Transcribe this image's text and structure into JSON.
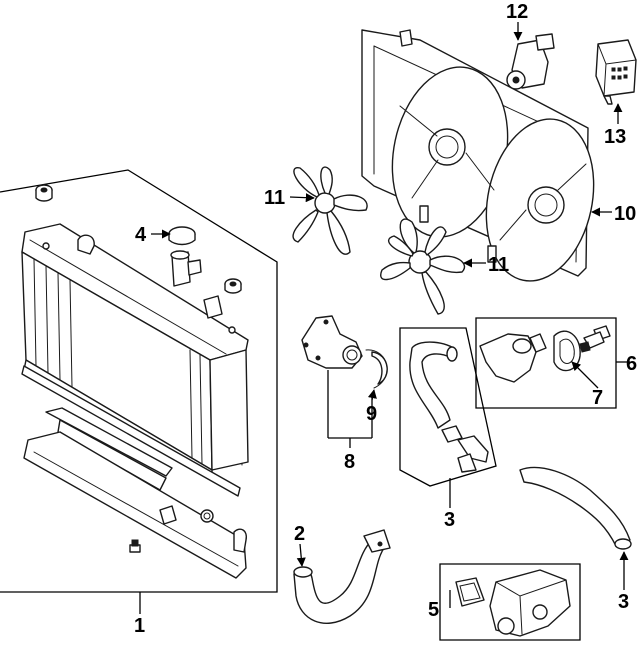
{
  "callouts": {
    "c1": "1",
    "c2": "2",
    "c3a": "3",
    "c3b": "3",
    "c4": "4",
    "c5": "5",
    "c6": "6",
    "c7": "7",
    "c8": "8",
    "c9": "9",
    "c10": "10",
    "c11a": "11",
    "c11b": "11",
    "c12": "12",
    "c13": "13"
  },
  "colors": {
    "ink": "#1a1a1a",
    "paper": "#ffffff"
  }
}
